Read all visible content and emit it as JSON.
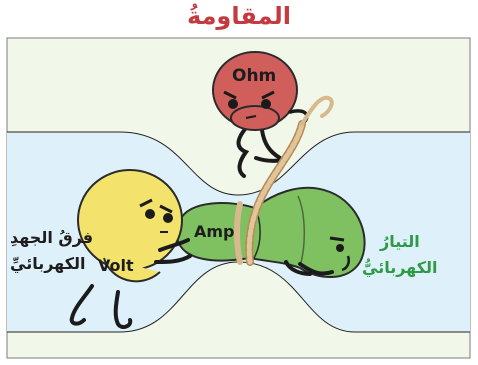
{
  "title": "المقاومةُ",
  "characters": {
    "resistance": {
      "label": "Ohm"
    },
    "current": {
      "label": "Amp",
      "caption_line1": "التيارُ",
      "caption_line2": "الكهربائيُّ"
    },
    "voltage": {
      "label": "Volt",
      "caption_line1": "فرقُ الجهدِ",
      "caption_line2": "الكهربائيِّ"
    }
  },
  "colors": {
    "frame_background": "#f1f7e9",
    "tube_fill": "#def1fb",
    "resistance_body": "#d05f5c",
    "current_body": "#7fc160",
    "voltage_body": "#f3e36c",
    "rope": "#d8b98d",
    "title_text": "#c33b40",
    "current_text": "#2e9a45"
  }
}
